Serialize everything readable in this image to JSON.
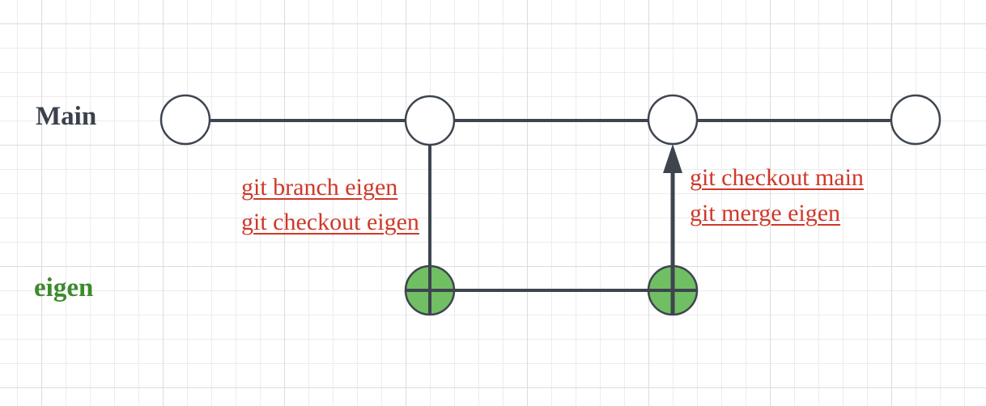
{
  "diagram": {
    "type": "git-branch-diagram",
    "branches": [
      {
        "label": "Main",
        "commit_count": 4,
        "node_style": "open-circle"
      },
      {
        "label": "eigen",
        "commit_count": 2,
        "node_style": "filled-green-crosshair-circle"
      }
    ],
    "annotations": [
      {
        "position": "below-second-main-commit",
        "lines": [
          "git branch eigen",
          "git checkout eigen"
        ]
      },
      {
        "position": "right-of-merge-arrow",
        "lines": [
          "git checkout main",
          "git merge eigen"
        ]
      }
    ],
    "edges": [
      {
        "from": "main-commit-2",
        "to": "eigen-commit-1",
        "type": "branch-out-line"
      },
      {
        "from": "eigen-commit-1",
        "to": "eigen-commit-2",
        "type": "branch-line"
      },
      {
        "from": "eigen-commit-2",
        "to": "main-commit-3",
        "type": "merge-arrow"
      }
    ],
    "colors": {
      "line": "#3e454f",
      "node_fill_main": "#ffffff",
      "node_fill_eigen": "#71bf63",
      "label_main": "#3a414b",
      "label_eigen": "#3e8a2d",
      "command_text": "#cf382a",
      "grid_minor": "#ececec",
      "grid_major": "#dcdcdc",
      "background": "#ffffff"
    }
  }
}
